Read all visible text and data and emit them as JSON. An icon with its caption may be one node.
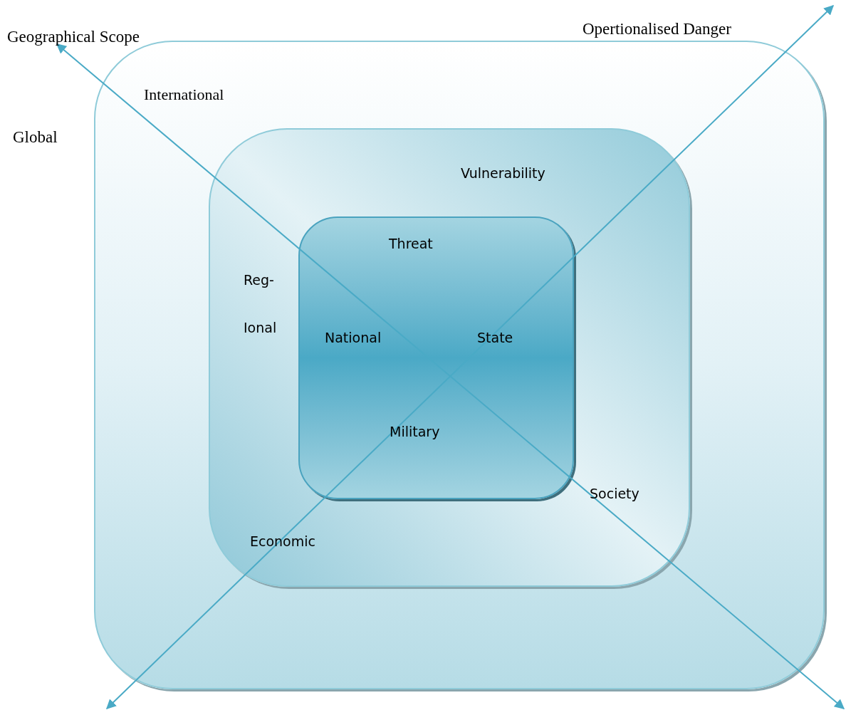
{
  "diagram": {
    "nodes": [
      {
        "text": [
          "International"
        ]
      },
      {
        "text": [
          "Vulnerability",
          "Reg- Ional",
          "Society",
          "Economic"
        ],
        "in": 0
      },
      {
        "text": [
          "Threat",
          "National",
          "State",
          "Military"
        ],
        "in": 1
      }
    ],
    "labels": [
      "Geographical Scope",
      "Opertionalised Danger",
      "Global"
    ]
  }
}
